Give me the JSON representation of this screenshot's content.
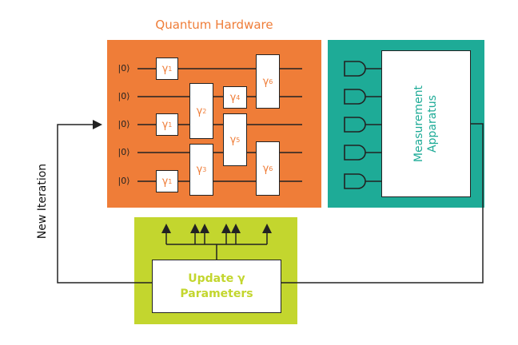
{
  "title": "Quantum Hardware",
  "qubit_label": "|0⟩",
  "gate_symbol": "γ",
  "gates": [
    {
      "label": "γ",
      "sub": "1"
    },
    {
      "label": "γ",
      "sub": "1"
    },
    {
      "label": "γ",
      "sub": "1"
    },
    {
      "label": "γ",
      "sub": "2"
    },
    {
      "label": "γ",
      "sub": "3"
    },
    {
      "label": "γ",
      "sub": "4"
    },
    {
      "label": "γ",
      "sub": "5"
    },
    {
      "label": "γ",
      "sub": "6"
    },
    {
      "label": "γ",
      "sub": "6"
    }
  ],
  "measurement_label": "Measurement\nApparatus",
  "update_label": "Update γ\nParameters",
  "side_label": "New Iteration",
  "colors": {
    "hardware": "#ef7d38",
    "measurement": "#1eab97",
    "update": "#c3d62e",
    "lines": "#222222"
  }
}
